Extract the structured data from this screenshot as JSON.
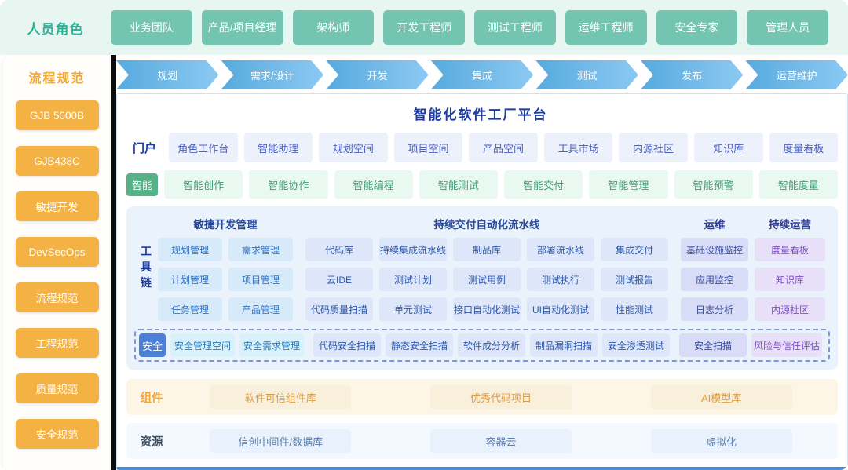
{
  "roles": {
    "label": "人员角色",
    "items": [
      "业务团队",
      "产品/项目经理",
      "架构师",
      "开发工程师",
      "测试工程师",
      "运维工程师",
      "安全专家",
      "管理人员"
    ]
  },
  "process_specs": {
    "title": "流程规范",
    "items": [
      "GJB 5000B",
      "GJB438C",
      "敏捷开发",
      "DevSecOps",
      "流程规范",
      "工程规范",
      "质量规范",
      "安全规范"
    ]
  },
  "lifecycle": {
    "stages": [
      "规划",
      "需求/设计",
      "开发",
      "集成",
      "测试",
      "发布",
      "运营维护"
    ]
  },
  "platform": {
    "title": "智能化软件工厂平台",
    "portal": {
      "label": "门户",
      "items": [
        "角色工作台",
        "智能助理",
        "规划空间",
        "项目空间",
        "产品空间",
        "工具市场",
        "内源社区",
        "知识库",
        "度量看板"
      ]
    },
    "intelligence": {
      "label": "智能",
      "items": [
        "智能创作",
        "智能协作",
        "智能编程",
        "智能测试",
        "智能交付",
        "智能管理",
        "智能预警",
        "智能度量"
      ]
    },
    "toolchain": {
      "label": "工具链",
      "headers": {
        "agile": "敏捷开发管理",
        "cicd": "持续交付自动化流水线",
        "ops": "运维",
        "continuous": "持续运营"
      },
      "agile_rows": [
        [
          "规划管理",
          "需求管理"
        ],
        [
          "计划管理",
          "项目管理"
        ],
        [
          "任务管理",
          "产品管理"
        ]
      ],
      "cicd_rows": [
        [
          "代码库",
          "持续集成流水线",
          "制品库",
          "部署流水线",
          "集成交付"
        ],
        [
          "云IDE",
          "测试计划",
          "测试用例",
          "测试执行",
          "测试报告"
        ],
        [
          "代码质量扫描",
          "单元测试",
          "接口自动化测试",
          "UI自动化测试",
          "性能测试"
        ]
      ],
      "ops_items": [
        "基础设施监控",
        "应用监控",
        "日志分析"
      ],
      "continuous_items": [
        "度量看板",
        "知识库",
        "内源社区"
      ],
      "security": {
        "label": "安全",
        "mgmt": [
          "安全管理空间",
          "安全需求管理"
        ],
        "pipeline": [
          "代码安全扫描",
          "静态安全扫描",
          "软件成分分析",
          "制品漏洞扫描",
          "安全渗透测试"
        ],
        "ops": "安全扫描",
        "continuous": "风险与信任评估"
      }
    },
    "components": {
      "label": "组件",
      "items": [
        "软件可信组件库",
        "优秀代码项目",
        "AI模型库"
      ]
    },
    "resources": {
      "label": "资源",
      "items": [
        "信创中间件/数据库",
        "容器云",
        "虚拟化"
      ]
    }
  },
  "colors": {
    "role_teal": "#73c4b1",
    "role_label_teal": "#2ab299",
    "spec_orange": "#f3b243",
    "arrow_blue_start": "#57aade",
    "arrow_blue_end": "#8cc9f3",
    "title_navy": "#1d3da1",
    "intelligence_green": "#56b187",
    "toolchain_panel_blue": "#eaf3fb",
    "security_badge_blue": "#4c80d7",
    "continuous_purple": "#7e4ec0",
    "component_cream": "#fdf6e7",
    "panel_bottom_border": "#4a8ed8"
  }
}
